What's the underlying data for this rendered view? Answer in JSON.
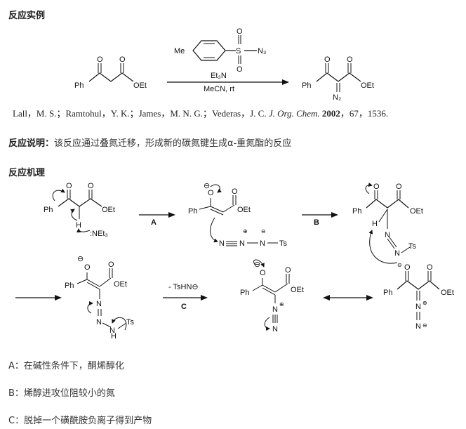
{
  "sections": {
    "example_title": "反应实例",
    "desc_label": "反应说明：",
    "desc_text": "该反应通过叠氮迁移，形成新的碳氮键生成α-重氮酯的反应",
    "mechanism_title": "反应机理"
  },
  "citation": {
    "authors": "Lall，M. S.；Ramtohul，Y. K.；James，M. N. G.；Vederas，J. C.",
    "journal": "J. Org. Chem.",
    "year": "2002",
    "rest": "，67，1536."
  },
  "example": {
    "reagent_me": "Me",
    "reagent_so2n3": "N₃",
    "reagent_s": "S",
    "reagent_o": "O",
    "condition_base": "Et₃N",
    "condition_solvent": "MeCN, rt",
    "sub_ph": "Ph",
    "sub_oet": "OEt",
    "prod_ph": "Ph",
    "prod_oet": "OEt",
    "prod_n2": "N₂"
  },
  "mechanism": {
    "ph": "Ph",
    "oet": "OEt",
    "h": "H",
    "net3": ":NEt₃",
    "azide": "N≡N–N–Ts",
    "ts": "Ts",
    "n": "N",
    "step_a": "A",
    "step_b": "B",
    "step_c": "C",
    "leaving": "- TsHN⊖"
  },
  "steps": [
    "A：在碱性条件下，酮烯醇化",
    "B：烯醇进攻位阻较小的氮",
    "C：脱掉一个磺酰胺负离子得到产物"
  ]
}
